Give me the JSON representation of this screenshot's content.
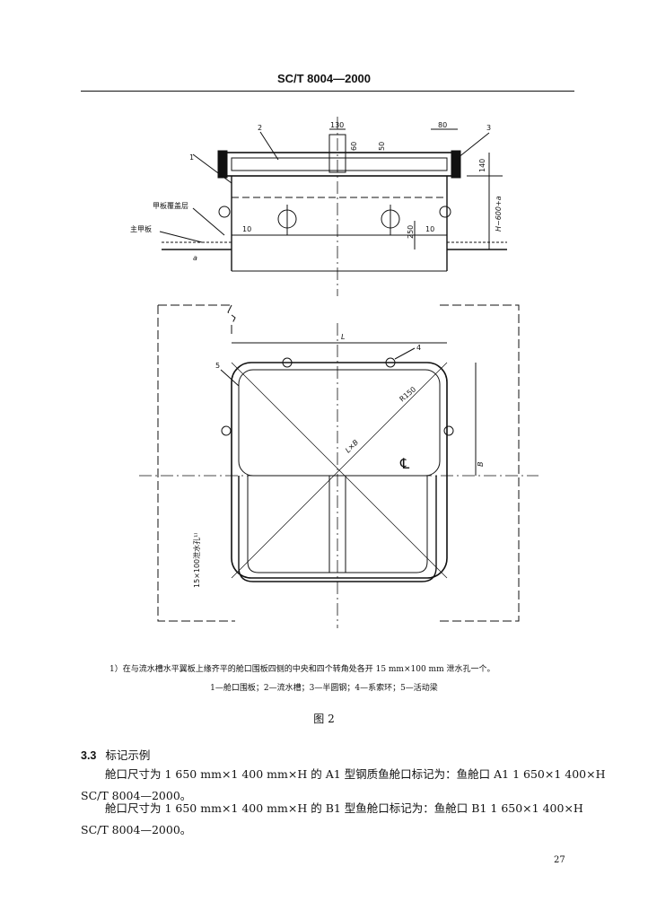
{
  "header": {
    "standard_code": "SC/T 8004—2000"
  },
  "figure": {
    "part_numbers": [
      "1",
      "2",
      "3",
      "4",
      "5"
    ],
    "dimensions": {
      "d130": "130",
      "d80": "80",
      "d60": "60",
      "d50": "50",
      "d140": "140",
      "h_total": "H−600+a",
      "d10_left": "10",
      "d10_right": "10",
      "d250": "250",
      "a": "a",
      "L": "L",
      "B": "B",
      "R150": "R150",
      "LxB": "L×B",
      "drain_hole": "15×100泄水孔¹⁾",
      "centerline": "℄"
    },
    "labels": {
      "deck_cover": "甲板覆盖层",
      "main_deck": "主甲板"
    }
  },
  "footnote": "1）在与流水槽水平翼板上缘齐平的舱口围板四侧的中央和四个转角处各开 15 mm×100 mm 泄水孔一个。",
  "legend": "1—舱口围板；2—流水槽；3—半圆钢；4—系索环；5—活动梁",
  "caption": "图 2",
  "section": {
    "number": "3.3",
    "title": "标记示例"
  },
  "paragraphs": [
    {
      "line1": "舱口尺寸为 1 650 mm×1 400 mm×H 的 A1 型钢质鱼舱口标记为：鱼舱口 A1 1 650×1 400×H",
      "line2": "SC/T 8004—2000。"
    },
    {
      "line1": "舱口尺寸为 1 650 mm×1 400 mm×H 的 B1 型鱼舱口标记为：鱼舱口 B1 1 650×1 400×H",
      "line2": "SC/T 8004—2000。"
    }
  ],
  "page_number": "27"
}
